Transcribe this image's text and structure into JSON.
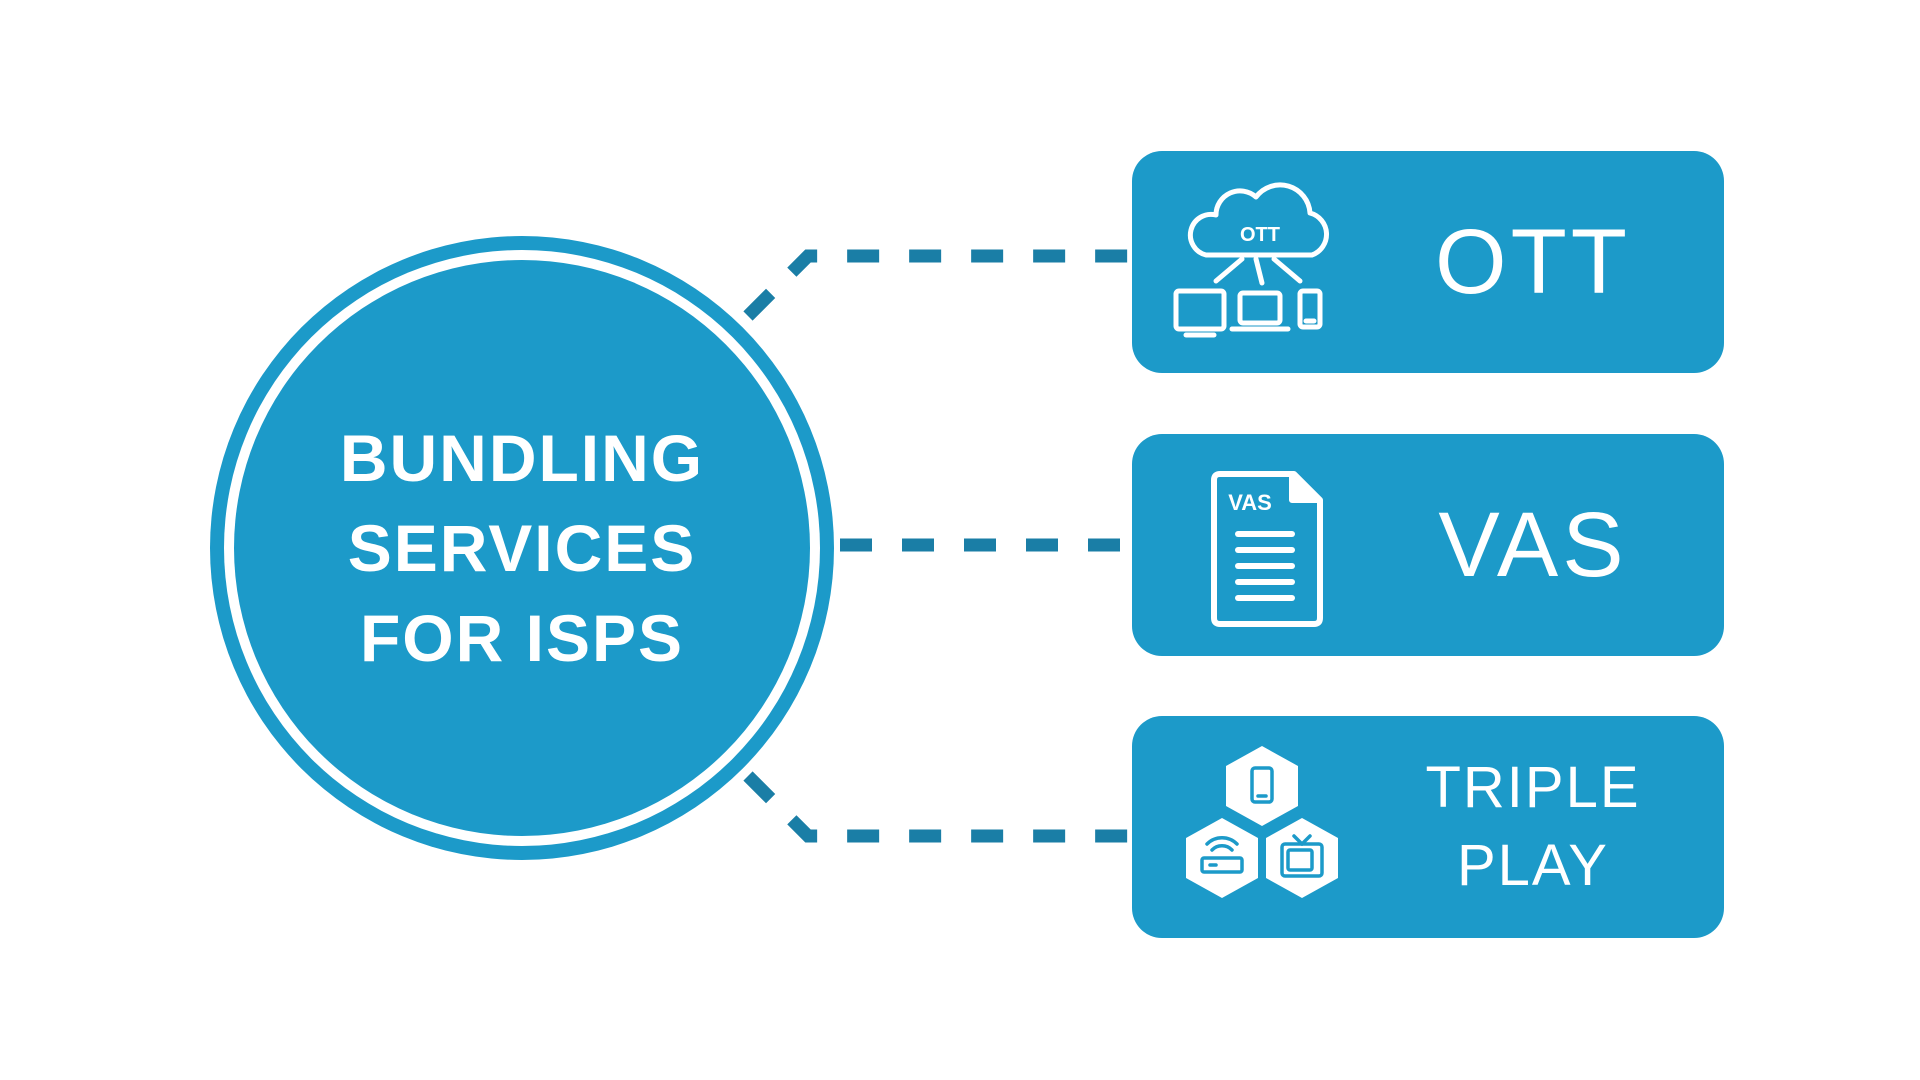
{
  "colors": {
    "primary": "#1c9ac9",
    "connector": "#1a7ea6",
    "icon_stroke": "#ffffff"
  },
  "hub": {
    "lines": [
      "BUNDLING",
      "SERVICES",
      "FOR ISPS"
    ]
  },
  "services": [
    {
      "id": "ott",
      "label": "OTT",
      "icon": "ott-cloud-devices-icon",
      "icon_text": "OTT"
    },
    {
      "id": "vas",
      "label": "VAS",
      "icon": "vas-document-icon",
      "icon_text": "VAS"
    },
    {
      "id": "triple-play",
      "label": "TRIPLE\nPLAY",
      "icon": "triple-play-hexagons-icon"
    }
  ]
}
